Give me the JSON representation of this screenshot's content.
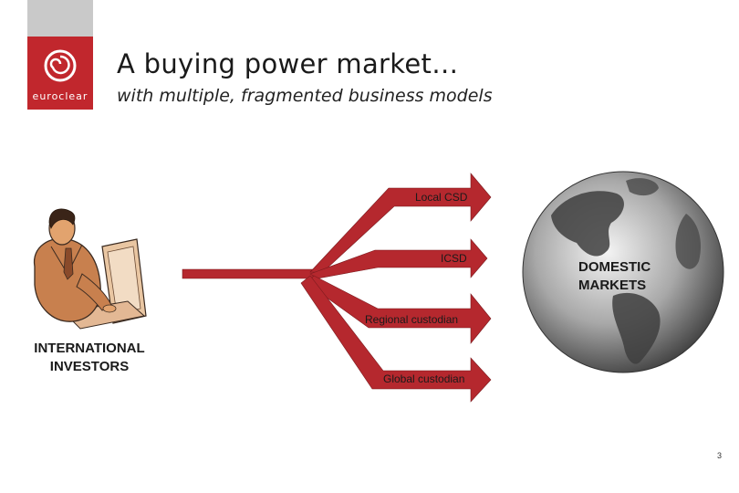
{
  "logo": {
    "wordmark": "euroclear",
    "brand_color": "#c1272d"
  },
  "title": "A buying power market…",
  "subtitle": "with multiple, fragmented business models",
  "diagram": {
    "arrow_color": "#b5282e",
    "source_label": "INTERNATIONAL INVESTORS",
    "target_label": "DOMESTIC MARKETS",
    "channels": [
      "Local CSD",
      "ICSD",
      "Regional custodian",
      "Global custodian"
    ],
    "icons": [
      "investor-at-computer",
      "globe"
    ]
  },
  "page_number": "3"
}
